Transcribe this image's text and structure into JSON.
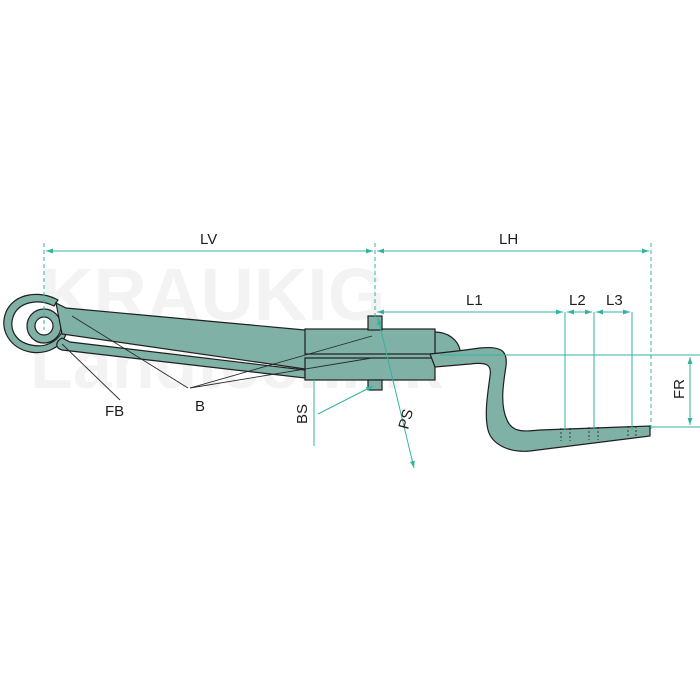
{
  "diagram": {
    "labels": {
      "lv": "LV",
      "lh": "LH",
      "l1": "L1",
      "l2": "L2",
      "l3": "L3",
      "fr": "FR",
      "fb": "FB",
      "b": "B",
      "bs": "BS",
      "ps": "PS"
    },
    "watermark": {
      "line1": "KRAUKIG",
      "line2": "Landtechnik"
    },
    "colors": {
      "spring_fill": "#7fb1a6",
      "dimension_line": "#34b3a0",
      "outline": "#1f1f1f"
    }
  }
}
